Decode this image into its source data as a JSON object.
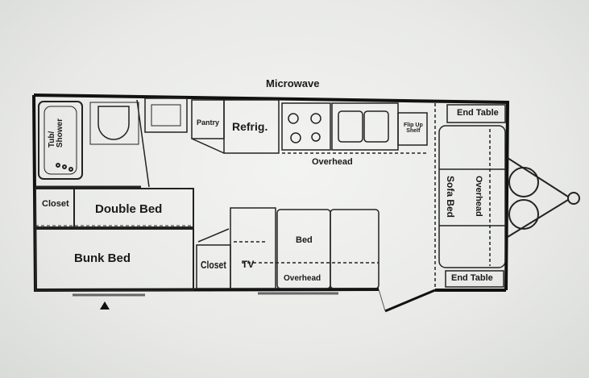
{
  "plan": {
    "top_label": "Microwave",
    "rooms": {
      "tub_shower": "Tub/\nShower",
      "closet_rear": "Closet",
      "double_bed": "Double Bed",
      "bunk_bed": "Bunk Bed",
      "closet_mid": "Closet",
      "tv": "TV",
      "pantry": "Pantry",
      "refrigerator": "Refrig.",
      "overhead_kitchen": "Overhead",
      "flip_up_shelf": "Flip Up\nShelf",
      "bed": "Bed",
      "overhead_bed": "Overhead",
      "end_table_top": "End Table",
      "end_table_bottom": "End Table",
      "sofa_bed": "Sofa Bed",
      "overhead_sofa": "Overhead"
    }
  }
}
